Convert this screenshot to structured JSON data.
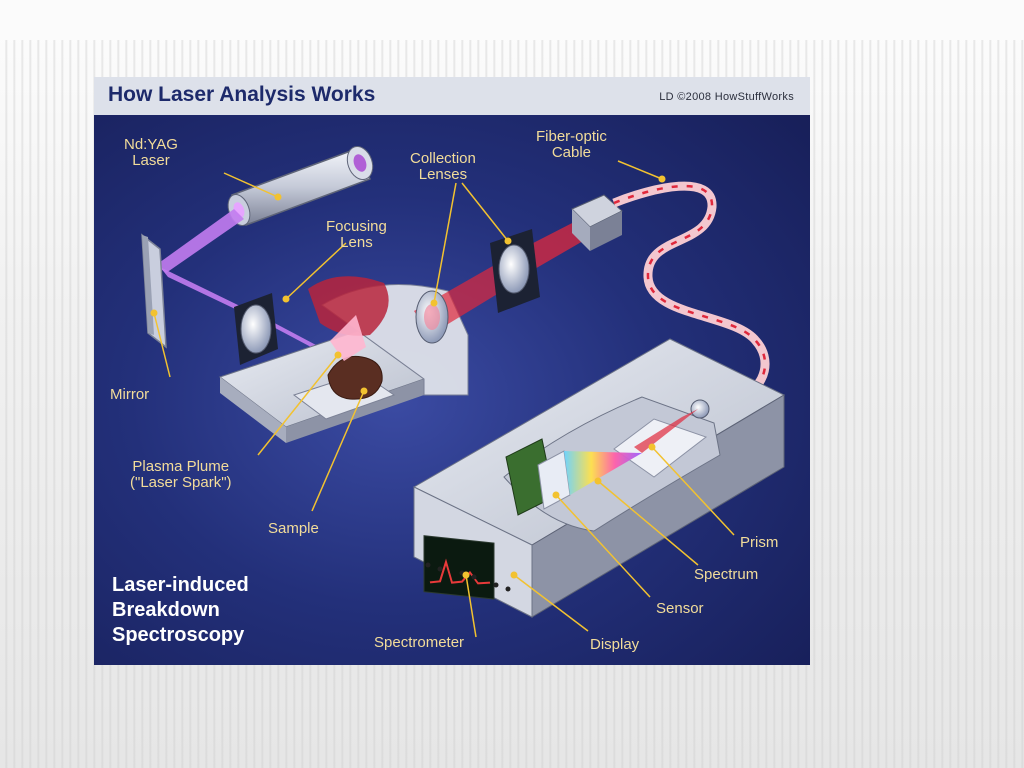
{
  "figure": {
    "title": "How Laser Analysis Works",
    "credit": "LD ©2008 HowStuffWorks",
    "subtitle_lines": [
      "Laser-induced",
      "Breakdown",
      "Spectroscopy"
    ]
  },
  "labels": {
    "laser": [
      "Nd:YAG",
      "Laser"
    ],
    "focusing_lens": [
      "Focusing",
      "Lens"
    ],
    "collection_lenses": [
      "Collection",
      "Lenses"
    ],
    "fiber_optic": [
      "Fiber-optic",
      "Cable"
    ],
    "mirror": "Mirror",
    "plasma": [
      "Plasma Plume",
      "(\"Laser Spark\")"
    ],
    "sample": "Sample",
    "prism": "Prism",
    "spectrum": "Spectrum",
    "sensor": "Sensor",
    "display": "Display",
    "spectrometer": "Spectrometer"
  },
  "colors": {
    "background": "#23307a",
    "header": "#dde1ea",
    "label_text": "#f2dc9a",
    "leader_line": "#f2c230",
    "laser_beam": "#c27cf0",
    "red_beam": "#e0283c"
  }
}
